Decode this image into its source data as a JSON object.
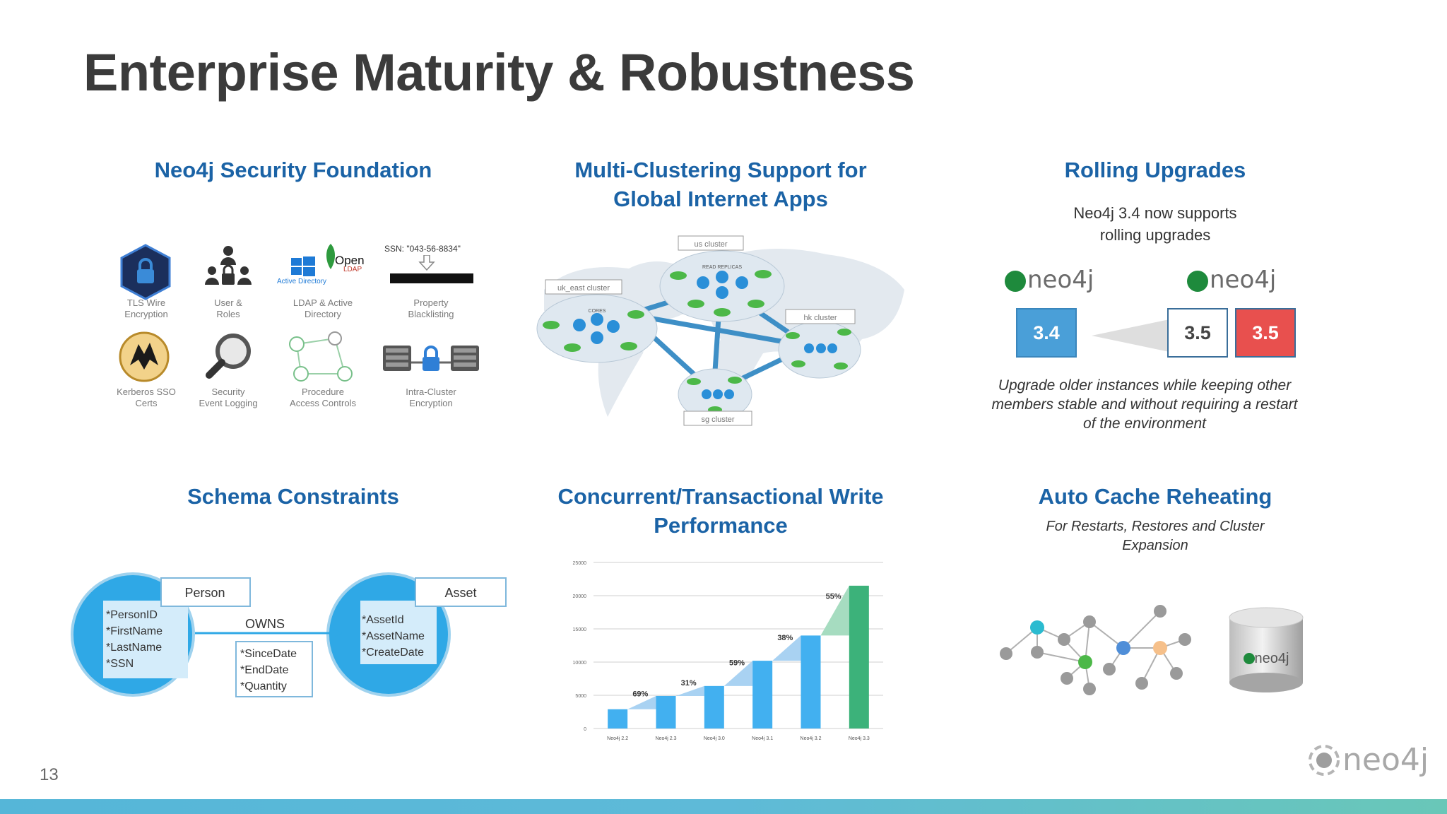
{
  "slide": {
    "title": "Enterprise Maturity & Robustness",
    "page_number": "13",
    "footer_logo": "neo4j"
  },
  "security": {
    "title": "Neo4j Security Foundation",
    "items": [
      {
        "label_line1": "TLS Wire",
        "label_line2": "Encryption",
        "icon": "shield-lock-icon"
      },
      {
        "label_line1": "User &",
        "label_line2": "Roles",
        "icon": "users-lock-icon"
      },
      {
        "label_line1": "LDAP & Active",
        "label_line2": "Directory",
        "icon": "ldap-active-directory-icon",
        "logo_text_1": "Active Directory",
        "logo_text_2": "Open",
        "logo_text_3": "LDAP"
      },
      {
        "label_line1": "Property",
        "label_line2": "Blacklisting",
        "icon": "redacted-property-icon",
        "ssn_text": "SSN: \"043-56-8834\""
      },
      {
        "label_line1": "Kerberos SSO",
        "label_line2": "Certs",
        "icon": "kerberos-icon"
      },
      {
        "label_line1": "Security",
        "label_line2": "Event Logging",
        "icon": "magnifier-icon"
      },
      {
        "label_line1": "Procedure",
        "label_line2": "Access Controls",
        "icon": "procedure-graph-icon"
      },
      {
        "label_line1": "Intra-Cluster",
        "label_line2": "Encryption",
        "icon": "server-lock-icon"
      }
    ]
  },
  "multicluster": {
    "title_line1": "Multi-Clustering Support for",
    "title_line2": "Global Internet Apps",
    "clusters": [
      {
        "label": "us cluster"
      },
      {
        "label": "uk_east cluster"
      },
      {
        "label": "hk cluster"
      },
      {
        "label": "sg cluster"
      }
    ],
    "core_label": "CORES",
    "replica_label": "READ REPLICAS"
  },
  "rolling": {
    "title": "Rolling Upgrades",
    "subtitle_line1": "Neo4j 3.4 now supports",
    "subtitle_line2": "rolling upgrades",
    "logo_text": "neo4j",
    "old_version": "3.4",
    "new_version_a": "3.5",
    "new_version_b": "3.5",
    "caption_line1": "Upgrade older instances while keeping other",
    "caption_line2": "members stable and without requiring a restart",
    "caption_line3": "of the environment",
    "colors": {
      "old": "#4a9fd8",
      "new_white": "#ffffff",
      "new_red": "#e8504e"
    }
  },
  "schema": {
    "title": "Schema Constraints",
    "left_node": {
      "label": "Person",
      "props": [
        "*PersonID",
        "*FirstName",
        "*LastName",
        "*SSN"
      ]
    },
    "relationship": {
      "label": "OWNS",
      "props": [
        "*SinceDate",
        "*EndDate",
        "*Quantity"
      ]
    },
    "right_node": {
      "label": "Asset",
      "props": [
        "*AssetId",
        "*AssetName",
        "*CreateDate"
      ]
    }
  },
  "write_perf": {
    "title_line1": "Concurrent/Transactional Write",
    "title_line2": "Performance"
  },
  "cache": {
    "title": "Auto Cache Reheating",
    "subtitle_line1": "For Restarts, Restores and Cluster",
    "subtitle_line2": "Expansion",
    "db_logo": "neo4j"
  },
  "chart_data": {
    "type": "bar",
    "title": "",
    "xlabel": "",
    "ylabel": "",
    "categories": [
      "Neo4j 2.2",
      "Neo4j 2.3",
      "Neo4j 3.0",
      "Neo4j 3.1",
      "Neo4j 3.2",
      "Neo4j 3.3"
    ],
    "values": [
      2900,
      4900,
      6400,
      10200,
      14000,
      21500
    ],
    "growth_labels": [
      "69%",
      "31%",
      "59%",
      "38%",
      "55%"
    ],
    "ylim": [
      0,
      25000
    ],
    "yticks": [
      "0",
      "5000",
      "10000",
      "15000",
      "20000",
      "25000"
    ],
    "grid": true,
    "colors": {
      "bar": "#42b0f0",
      "last_bar": "#3cb27a",
      "growth": "#a9d2f2",
      "last_growth": "#a6dcc0"
    }
  }
}
